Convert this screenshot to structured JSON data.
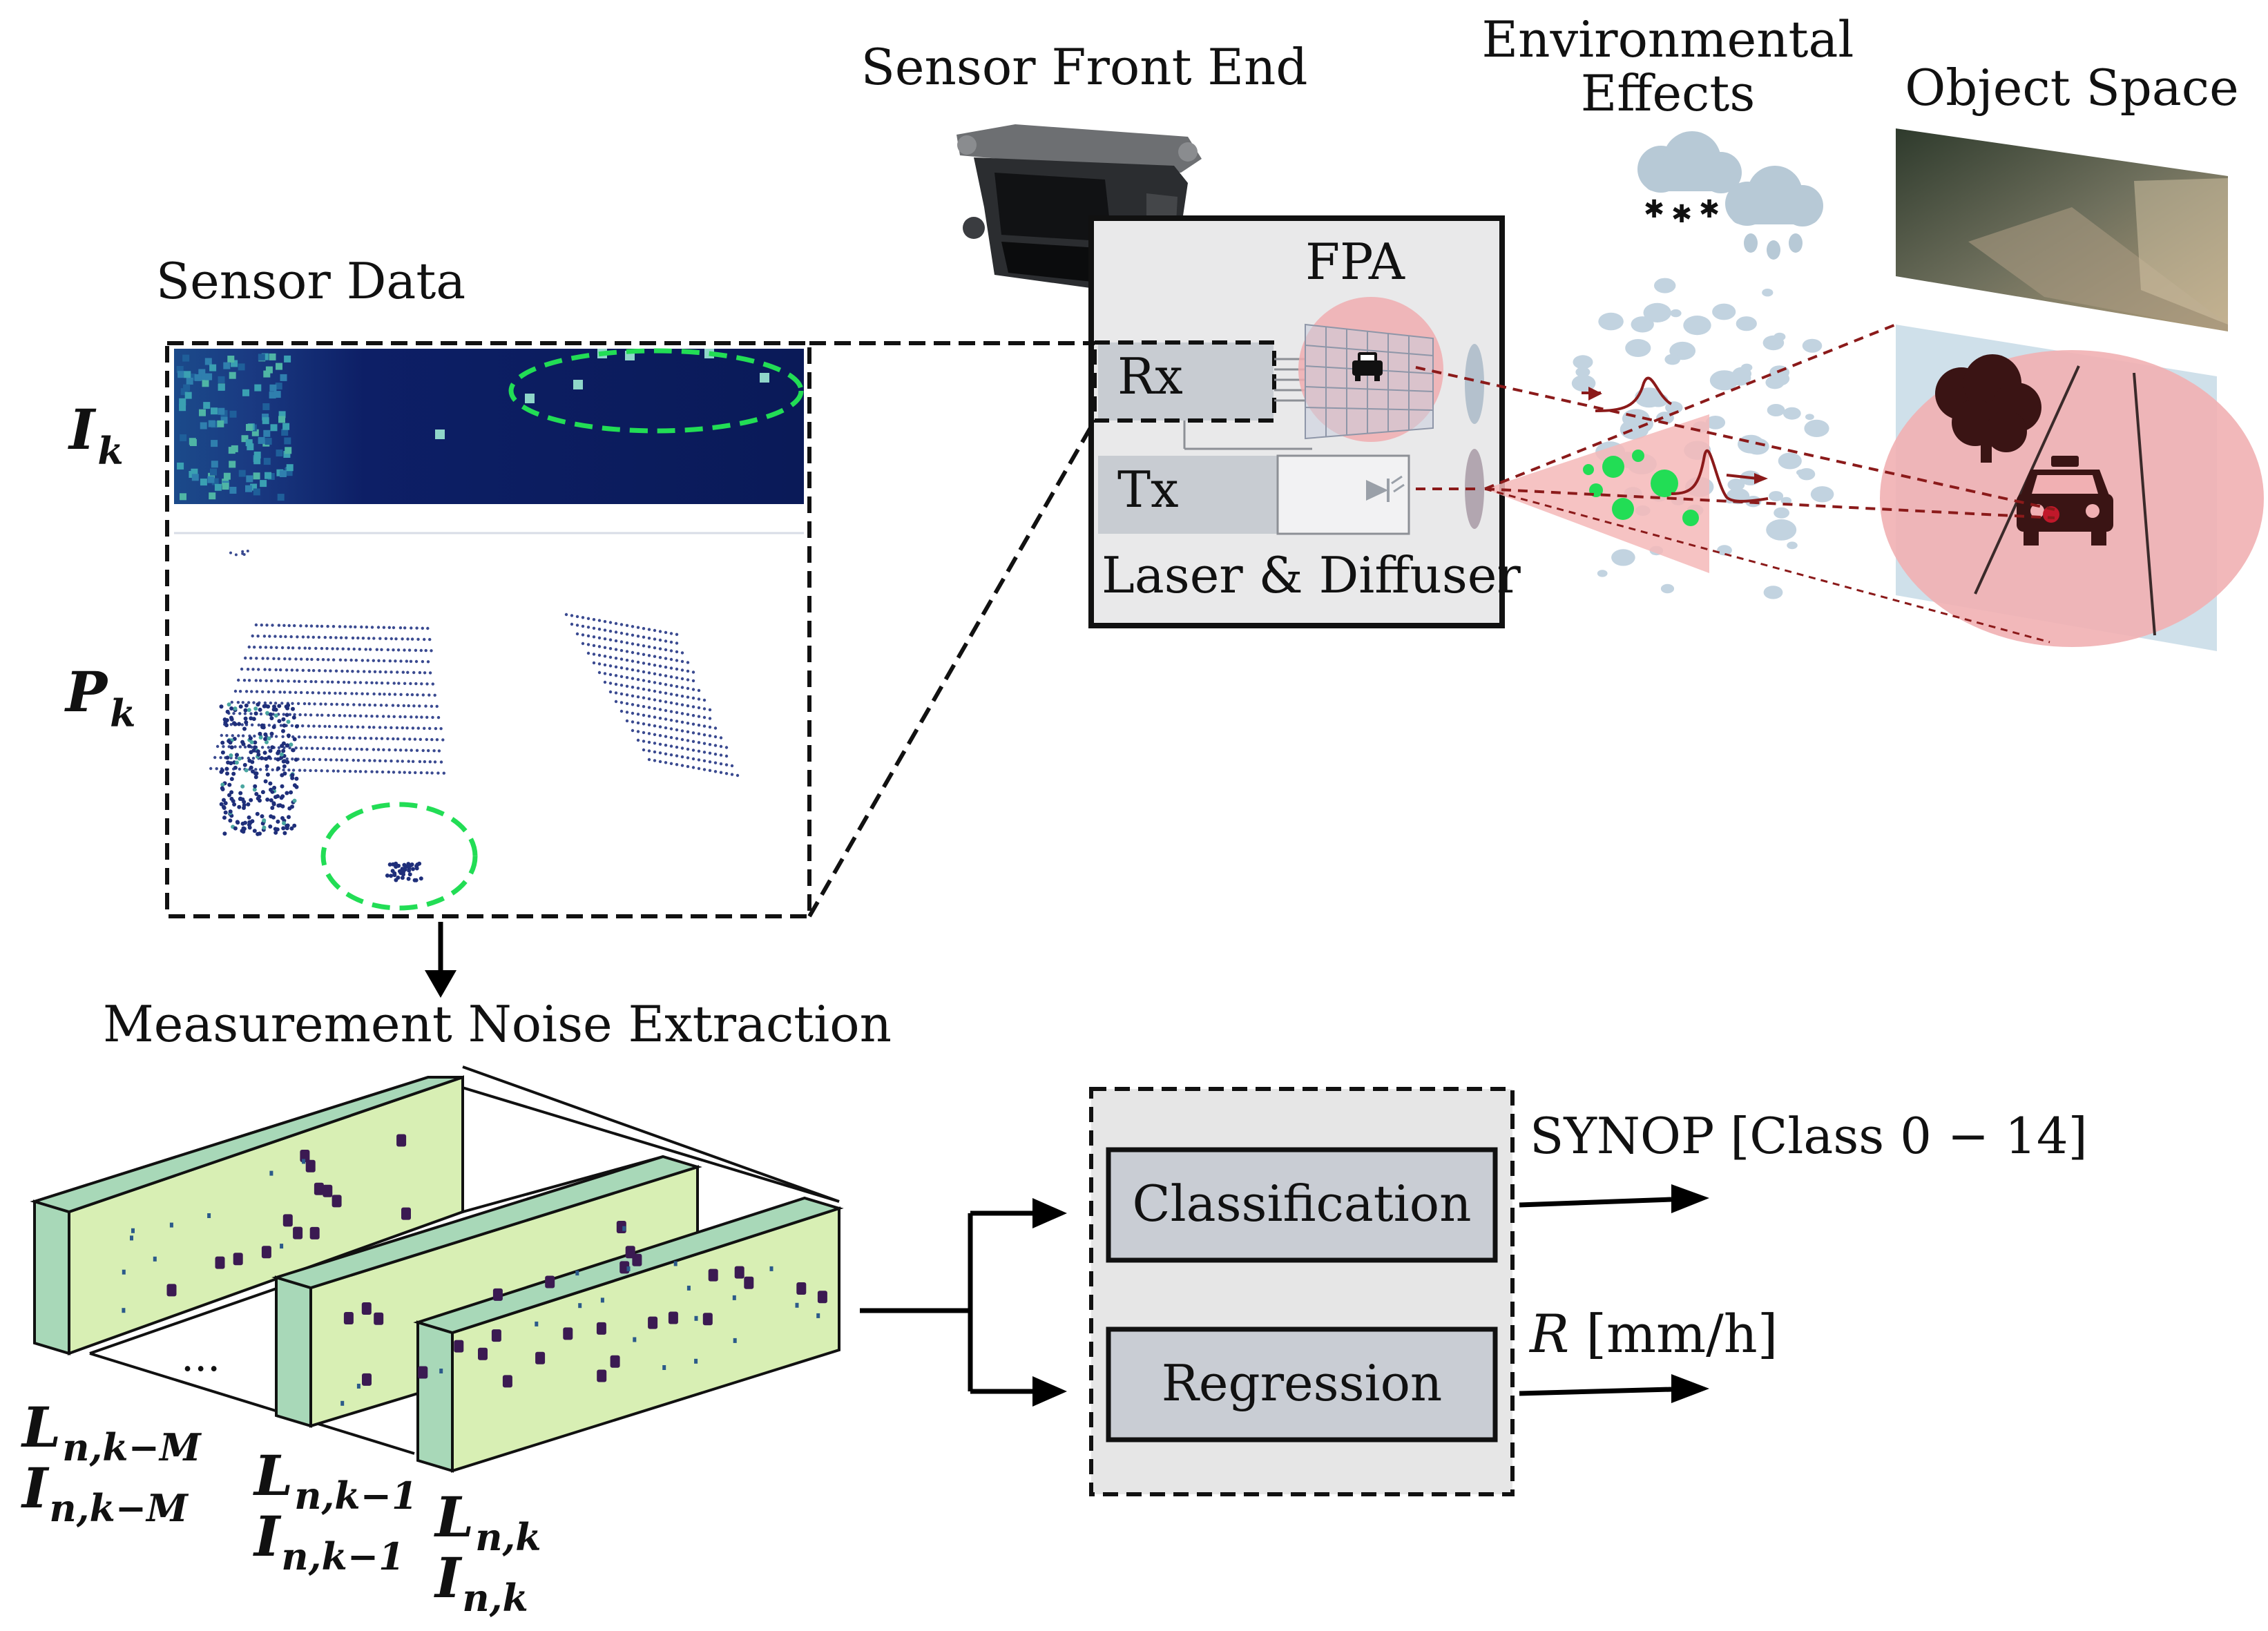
{
  "titles": {
    "sensor_front_end": "Sensor Front End",
    "env_line1": "Environmental",
    "env_line2": "Effects",
    "object_space": "Object Space",
    "sensor_data": "Sensor Data",
    "fpa": "FPA",
    "rx": "Rx",
    "tx": "Tx",
    "laser_diffuser": "Laser & Diffuser",
    "measurement_noise": "Measurement Noise Extraction"
  },
  "symbols": {
    "ik_main": "I",
    "ik_sub": "k",
    "pk_main": "P",
    "pk_sub": "k",
    "ellipsis": "..."
  },
  "frame_labels": [
    {
      "l_main": "L",
      "l_sub": "n,k−M",
      "i_main": "I",
      "i_sub": "n,k−M"
    },
    {
      "l_main": "L",
      "l_sub": "n,k−1",
      "i_main": "I",
      "i_sub": "n,k−1"
    },
    {
      "l_main": "L",
      "l_sub": "n,k",
      "i_main": "I",
      "i_sub": "n,k"
    }
  ],
  "processing": {
    "classification": "Classification",
    "regression": "Regression",
    "synop": "SYNOP [Class 0 − 14]",
    "rain_symbol": "R",
    "rain_unit": " [mm/h]"
  },
  "colors": {
    "noise_green": "#22dd55",
    "frame_fill": "#d8efb4",
    "frame_side": "#a8d8b8",
    "beam_red": "#8b1a1a",
    "fov_pink": "#f3b6b6",
    "box_grey": "#c9cdd4",
    "panel_grey": "#e6e6e6",
    "heatmap_dark": "#0c1b5a"
  }
}
